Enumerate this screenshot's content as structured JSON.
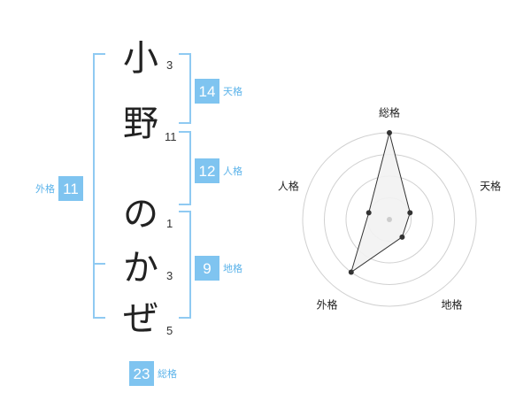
{
  "name": {
    "chars": [
      {
        "char": "小",
        "strokes": "3"
      },
      {
        "char": "野",
        "strokes": "11"
      },
      {
        "char": "の",
        "strokes": "1"
      },
      {
        "char": "か",
        "strokes": "3"
      },
      {
        "char": "ぜ",
        "strokes": "5"
      }
    ]
  },
  "fortune": {
    "tenkaku": {
      "label": "天格",
      "value": "14"
    },
    "jinkaku": {
      "label": "人格",
      "value": "12"
    },
    "chikaku": {
      "label": "地格",
      "value": "9"
    },
    "gaikaku": {
      "label": "外格",
      "value": "11"
    },
    "soukaku": {
      "label": "総格",
      "value": "23"
    }
  },
  "colors": {
    "accent": "#7fc4f0",
    "bracket": "#8fcaf2",
    "label": "#5bb3ea"
  },
  "chart_data": {
    "type": "radar",
    "axes": [
      "総格",
      "天格",
      "地格",
      "外格",
      "人格"
    ],
    "values": [
      4,
      1,
      1,
      3,
      1
    ],
    "rmax": 4,
    "rings": 4
  }
}
